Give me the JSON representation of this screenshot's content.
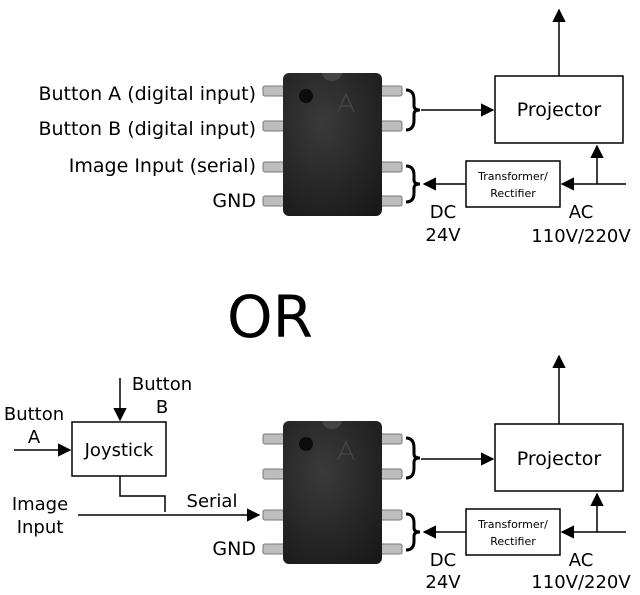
{
  "top": {
    "pin_labels": [
      "Button A (digital input)",
      "Button B (digital input)",
      "Image Input (serial)",
      "GND"
    ],
    "projector": "Projector",
    "transformer": [
      "Transformer/",
      "Rectifier"
    ],
    "dc": [
      "DC",
      "24V"
    ],
    "ac": [
      "AC",
      "110V/220V"
    ]
  },
  "or_label": "OR",
  "bottom": {
    "button_a": [
      "Button",
      "A"
    ],
    "button_b": [
      "Button",
      "B"
    ],
    "joystick": "Joystick",
    "serial": "Serial",
    "image_input": [
      "Image",
      "Input"
    ],
    "gnd": "GND",
    "projector": "Projector",
    "transformer": [
      "Transformer/",
      "Rectifier"
    ],
    "dc": [
      "DC",
      "24V"
    ],
    "ac": [
      "AC",
      "110V/220V"
    ]
  }
}
